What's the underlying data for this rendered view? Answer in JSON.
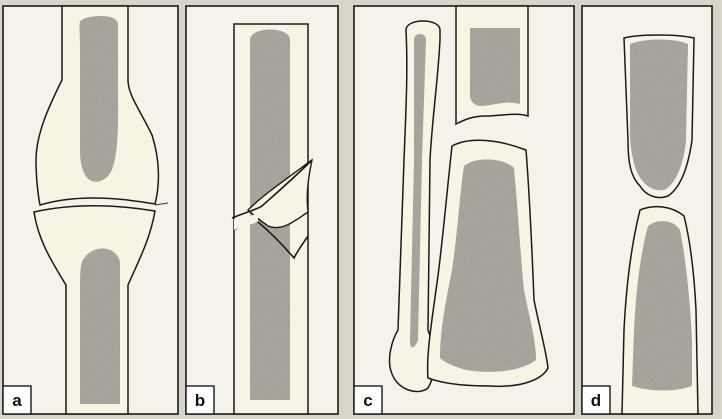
{
  "figure": {
    "panels": [
      {
        "id": "a",
        "label": "a"
      },
      {
        "id": "b",
        "label": "b"
      },
      {
        "id": "c",
        "label": "c"
      },
      {
        "id": "d",
        "label": "d"
      }
    ],
    "colors": {
      "page_background": "#d9d4c8",
      "panel_background": "#f4f2ea",
      "bone_fill": "#f7f4e6",
      "marrow_fill": "#aeaaa3",
      "outline": "#1a1a1a",
      "label_box": "#ffffff"
    }
  }
}
